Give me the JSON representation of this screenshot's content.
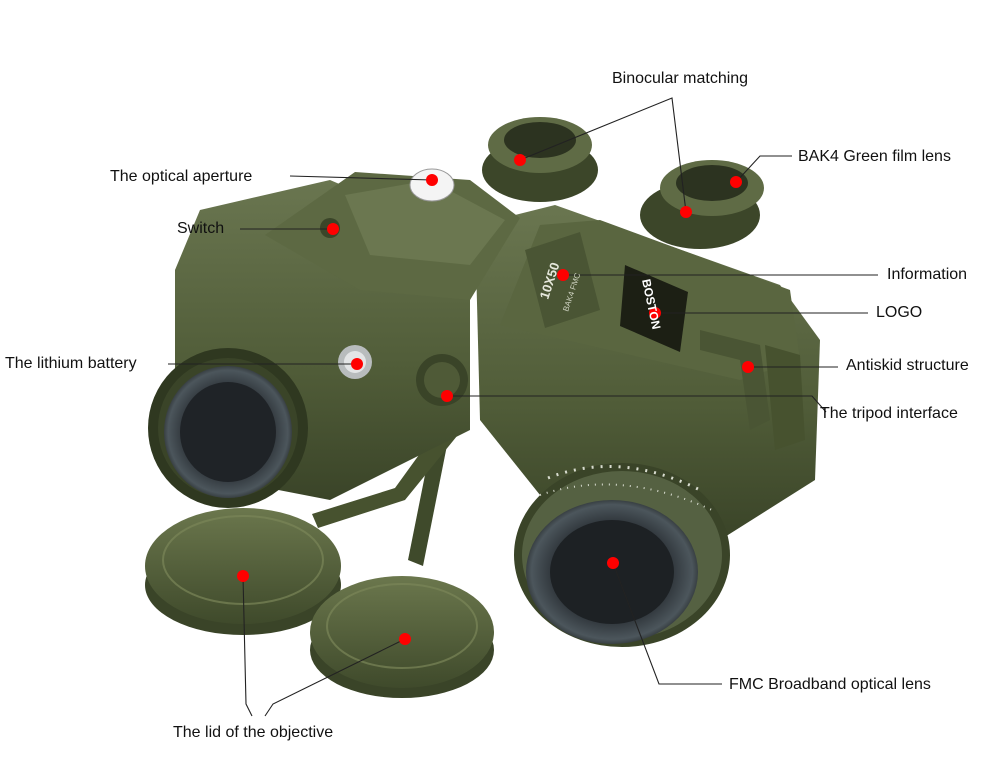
{
  "product": {
    "brand_logo": "BOSTON",
    "model_plate": "10X50",
    "plate_small_text": "BAK4 FMC"
  },
  "labels": {
    "binocular_matching": "Binocular matching",
    "bak4_lens": "BAK4 Green film lens",
    "optical_aperture": "The optical aperture",
    "switch": "Switch",
    "information": "Information",
    "logo": "LOGO",
    "lithium_battery": "The lithium battery",
    "antiskid": "Antiskid structure",
    "tripod": "The tripod interface",
    "fmc_lens": "FMC Broadband optical lens",
    "objective_lid": "The lid of the objective"
  },
  "colors": {
    "body": "#4e5a37",
    "body_dark": "#333c23",
    "body_light": "#66724a",
    "marker": "#ff0000"
  }
}
